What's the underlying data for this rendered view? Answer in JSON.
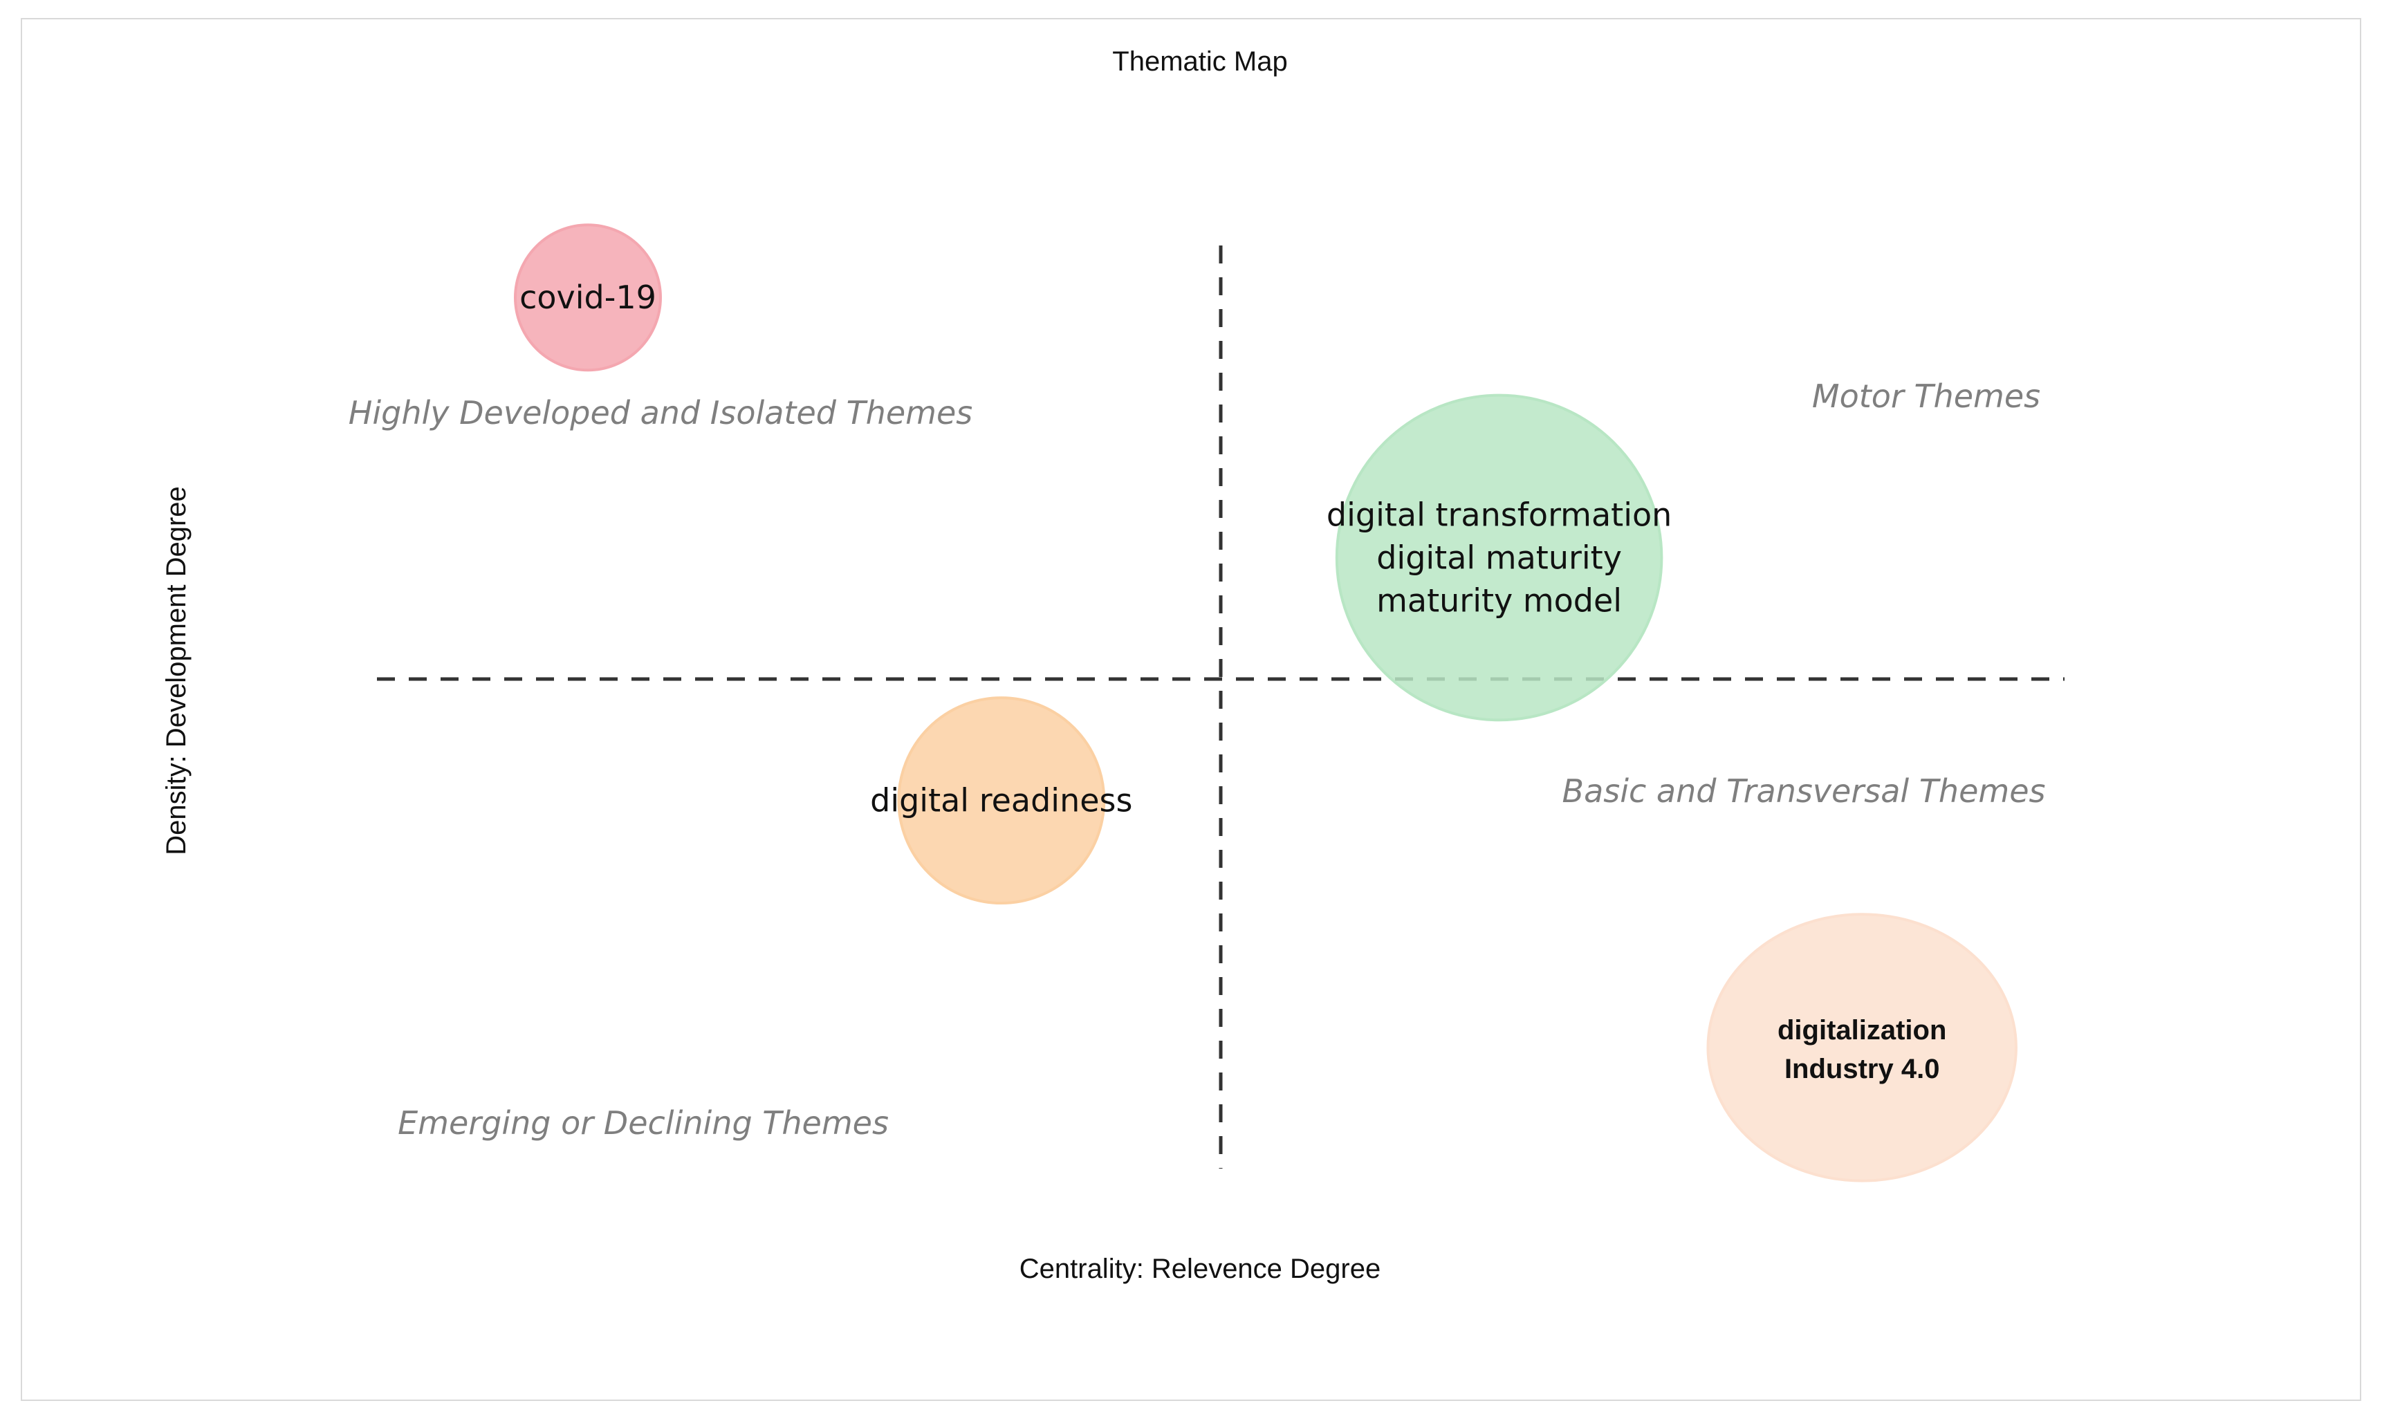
{
  "chart_data": {
    "type": "scatter",
    "title": "Thematic Map",
    "xlabel": "Centrality: Relevence Degree",
    "ylabel": "Density: Development Degree",
    "grid": false,
    "quadrants": {
      "top_left": "Highly Developed and Isolated Themes",
      "top_right": "Motor Themes",
      "bottom_left": "Emerging or Declining Themes",
      "bottom_right": "Basic and Transversal Themes"
    },
    "bubbles": [
      {
        "labels": [
          "covid-19"
        ],
        "color": "#f4a7b0",
        "size": 1,
        "x": -0.75,
        "y": 0.88,
        "bold": false
      },
      {
        "labels": [
          "digital transformation",
          "digital maturity",
          "maturity model"
        ],
        "color": "#b8e6c4",
        "size": 5,
        "x": 0.33,
        "y": 0.28,
        "bold": false
      },
      {
        "labels": [
          "digital readiness"
        ],
        "color": "#fbd0a3",
        "size": 2,
        "x": -0.26,
        "y": -0.28,
        "bold": false
      },
      {
        "labels": [
          "digitalization",
          "Industry 4.0"
        ],
        "color": "#fce0cf",
        "size": 4.5,
        "x": 0.76,
        "y": -0.85,
        "bold": true
      }
    ]
  }
}
